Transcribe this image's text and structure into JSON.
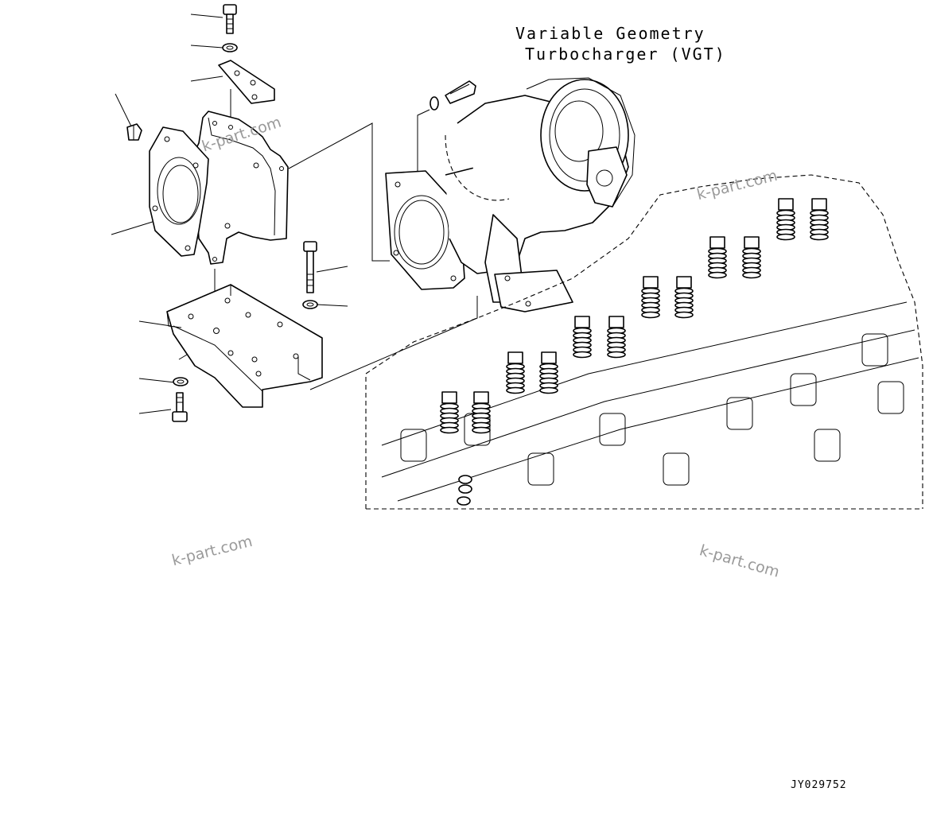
{
  "diagram": {
    "caption": {
      "line1": "Variable Geometry",
      "line2": "Turbocharger (VGT)"
    },
    "watermarks": [
      "k-part.com",
      "k-part.com",
      "k-part.com",
      "k-part.com"
    ],
    "reference_code": "JY029752"
  }
}
